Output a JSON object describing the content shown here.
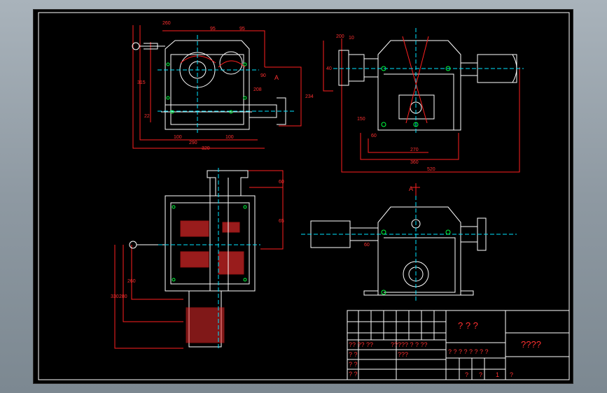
{
  "drawing": {
    "title_block": {
      "name_cell": "? ? ?",
      "title_cell": "????",
      "row_a": "?? ??  ??",
      "row_a2": "?????  ?  ?  ??",
      "row_b": "? ?",
      "row_b2": "???",
      "row_c": "? ?",
      "row_d": "? ?",
      "mid_row": "? ? ? ? ? ? ? ?",
      "last_a": "?",
      "last_b": "?",
      "last_c": "1",
      "last_d": "?"
    },
    "section_label": "A",
    "view_label_top": "A",
    "dims": {
      "d_260": "260",
      "d_95a": "95",
      "d_95b": "95",
      "d_315": "315",
      "d_22": "22",
      "d_90": "90",
      "d_234": "234",
      "d_100a": "100",
      "d_100b": "100",
      "d_290": "290",
      "d_320": "320",
      "d_208": "208",
      "d_200": "200",
      "d_40": "40",
      "d_60": "60",
      "d_270": "270",
      "d_360": "360",
      "d_520": "520",
      "d_150": "150",
      "d_10": "10",
      "d_60b": "60",
      "d_65": "65",
      "d_60c": "60",
      "d_260b": "260",
      "d_280": "280",
      "d_330": "330"
    }
  }
}
